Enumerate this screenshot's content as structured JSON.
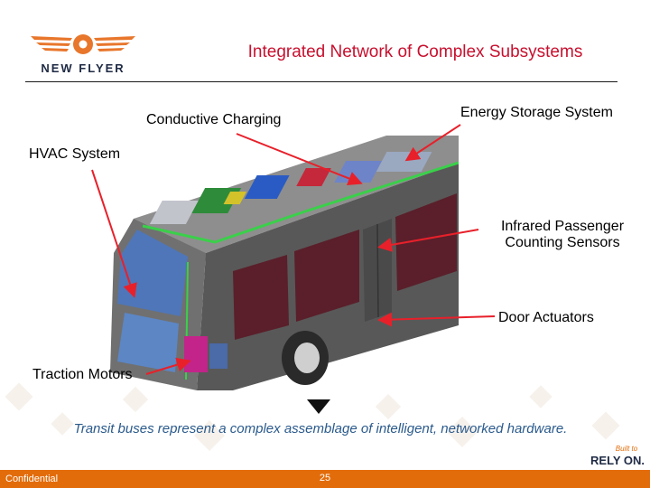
{
  "header": {
    "brand": "NEW FLYER",
    "title": "Integrated Network of Complex Subsystems"
  },
  "labels": {
    "conductive_charging": "Conductive Charging",
    "energy_storage": "Energy Storage System",
    "hvac": "HVAC System",
    "infrared_line1": "Infrared Passenger",
    "infrared_line2": "Counting Sensors",
    "door_actuators": "Door Actuators",
    "traction_motors": "Traction Motors"
  },
  "tagline": "Transit buses represent a complex assemblage of intelligent, networked hardware.",
  "footer": {
    "confidential": "Confidential",
    "page_number": "25",
    "badge_small": "Built to",
    "badge_big": "RELY ON."
  },
  "colors": {
    "title": "#c8102e",
    "accent_orange": "#e36c0a",
    "logo_orange": "#e8762b",
    "logo_navy": "#1f2a44",
    "arrow_red": "#e8202a",
    "tagline": "#2a5a8c"
  }
}
